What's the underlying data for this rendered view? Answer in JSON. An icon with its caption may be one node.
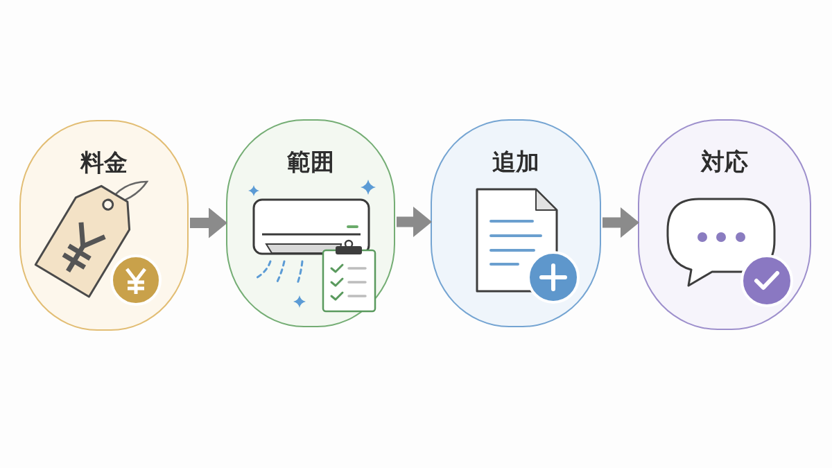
{
  "diagram": {
    "nodes": [
      {
        "text": [
          "料金"
        ]
      },
      {
        "text": [
          "範囲"
        ]
      },
      {
        "text": [
          "追加"
        ]
      },
      {
        "text": [
          "対応"
        ]
      }
    ],
    "edges": [
      {
        "from": 0,
        "to": 1,
        "arrow": "to"
      },
      {
        "from": 1,
        "to": 2,
        "arrow": "to"
      },
      {
        "from": 2,
        "to": 3,
        "arrow": "to"
      }
    ]
  }
}
